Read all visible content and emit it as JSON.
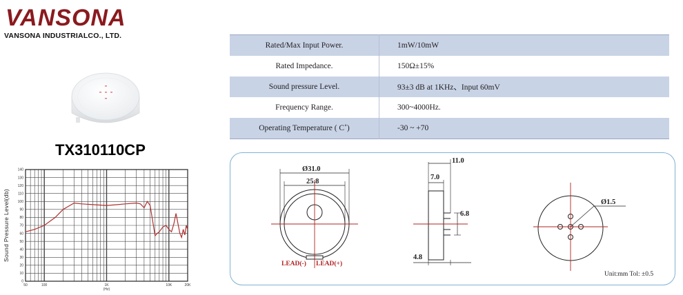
{
  "brand": {
    "logo": "VANSONA",
    "company": "VANSONA INDUSTRIALCO., LTD."
  },
  "product": {
    "model": "TX310110CP"
  },
  "specs": [
    {
      "label": "Rated/Max Input Power.",
      "value": "1mW/10mW"
    },
    {
      "label": "Rated Impedance.",
      "value": "150Ω±15%"
    },
    {
      "label": "Sound pressure Level.",
      "value": "93±3 dB at 1KHz、Input  60mV"
    },
    {
      "label": "Frequency Range.",
      "value": "300~4000Hz."
    },
    {
      "label": "Operating Temperature ( C˚)",
      "value": "-30 ~ +70"
    }
  ],
  "drawing": {
    "front": {
      "outer_dia": "Ø31.0",
      "inner_dia": "25.8",
      "lead_neg": "LEAD(-)",
      "lead_pos": "LEAD(+)"
    },
    "side": {
      "total": "11.0",
      "body": "7.0",
      "terminal": "6.8",
      "base": "4.8"
    },
    "back": {
      "hole_dia": "Ø1.5"
    },
    "unit_note": "Unit:mm  Tol: ±0.5"
  },
  "chart_data": {
    "type": "line",
    "title": "",
    "xlabel": "(Hz)",
    "ylabel": "Sound Pressure Level(db)",
    "x_scale": "log",
    "xlim": [
      50,
      20000
    ],
    "ylim": [
      0,
      140
    ],
    "x_ticks": [
      "50",
      "100",
      "1K",
      "10K",
      "20K"
    ],
    "y_ticks": [
      "140",
      "130",
      "120",
      "110",
      "100",
      "90",
      "80",
      "70",
      "60",
      "50",
      "40",
      "30",
      "20",
      "10",
      "0"
    ],
    "grid": true,
    "series": [
      {
        "color": "#b03030",
        "x": [
          50,
          70,
          100,
          150,
          200,
          300,
          400,
          600,
          1000,
          1500,
          2000,
          3000,
          3500,
          4000,
          4500,
          5000,
          5500,
          6000,
          6500,
          7000,
          8000,
          9000,
          10000,
          11000,
          12000,
          13000,
          14000,
          15000,
          16000,
          17000,
          18000,
          19000,
          20000
        ],
        "y": [
          62,
          65,
          70,
          80,
          90,
          98,
          97,
          96,
          95,
          96,
          97,
          98,
          97,
          92,
          100,
          95,
          75,
          57,
          60,
          62,
          68,
          70,
          65,
          62,
          72,
          85,
          72,
          60,
          55,
          65,
          58,
          70,
          65
        ]
      }
    ]
  }
}
